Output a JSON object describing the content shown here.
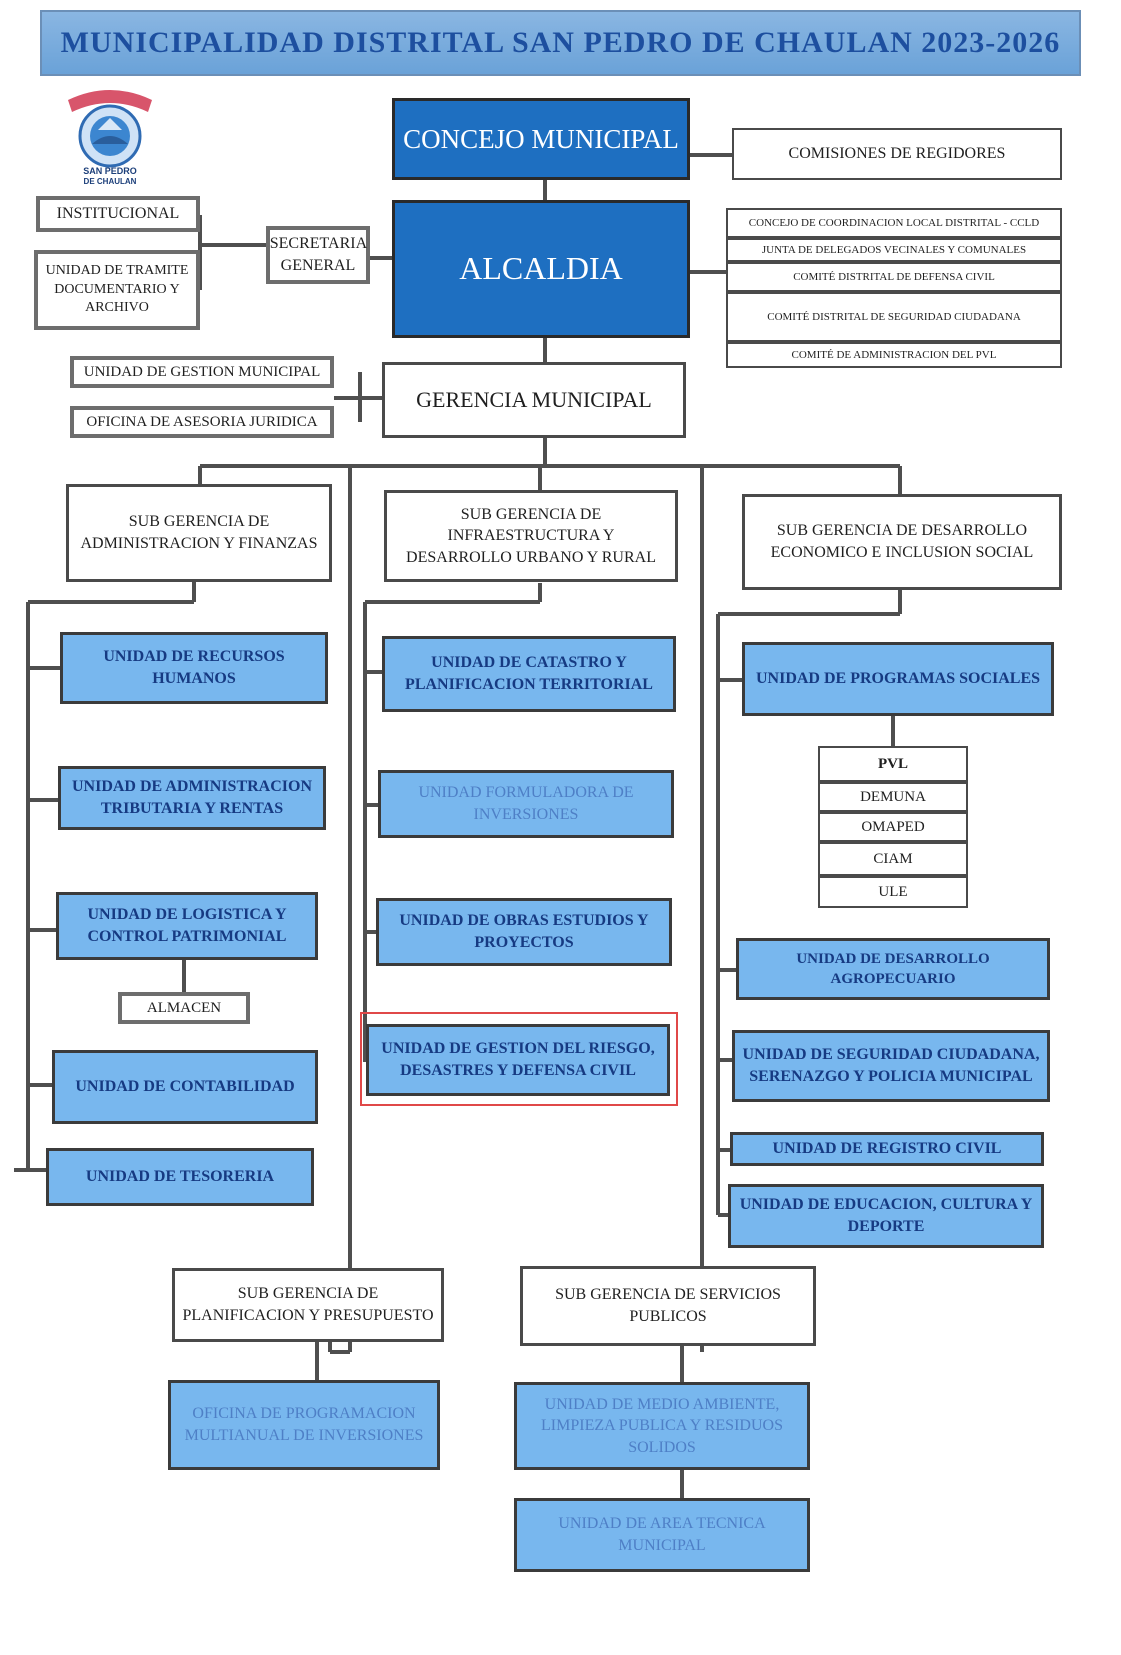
{
  "title": "MUNICIPALIDAD DISTRITAL SAN PEDRO DE CHAULAN 2023-2026",
  "logo": {
    "icon": "municipal-seal-icon",
    "text_lines": [
      "SAN PEDRO",
      "DE CHAULAN"
    ]
  },
  "colors": {
    "banner": "#6aa2d8",
    "dark_unit": "#1e6fc1",
    "light_unit": "#78b7ee",
    "unit_text": "#163a82",
    "highlight": "#e04848"
  },
  "top": {
    "concejo": "CONCEJO MUNICIPAL",
    "comisiones": "COMISIONES DE REGIDORES",
    "alcaldia": "ALCALDIA",
    "secretaria": "SECRETARIA GENERAL",
    "institucional": "INSTITUCIONAL",
    "tramite": "UNIDAD DE TRAMITE DOCUMENTARIO Y ARCHIVO",
    "comites": [
      "CONCEJO DE COORDINACION LOCAL DISTRITAL - CCLD",
      "JUNTA DE DELEGADOS VECINALES Y COMUNALES",
      "COMITÉ DISTRITAL DE DEFENSA CIVIL",
      "COMITÉ DISTRITAL DE SEGURIDAD CIUDADANA",
      "COMITÉ DE ADMINISTRACION DEL PVL"
    ]
  },
  "gerencia": {
    "name": "GERENCIA MUNICIPAL",
    "gestion": "UNIDAD DE GESTION MUNICIPAL",
    "asesoria": "OFICINA DE ASESORIA JURIDICA"
  },
  "sub_admin": {
    "name": "SUB GERENCIA DE ADMINISTRACION Y FINANZAS",
    "units": [
      "UNIDAD DE RECURSOS HUMANOS",
      "UNIDAD DE ADMINISTRACION TRIBUTARIA Y RENTAS",
      "UNIDAD DE LOGISTICA Y CONTROL PATRIMONIAL",
      "UNIDAD DE CONTABILIDAD",
      "UNIDAD DE TESORERIA"
    ],
    "almacen": "ALMACEN"
  },
  "sub_infra": {
    "name": "SUB GERENCIA DE INFRAESTRUCTURA Y DESARROLLO URBANO Y RURAL",
    "units": [
      "UNIDAD DE CATASTRO Y PLANIFICACION TERRITORIAL",
      "UNIDAD FORMULADORA DE INVERSIONES",
      "UNIDAD DE OBRAS ESTUDIOS Y PROYECTOS",
      "UNIDAD DE GESTION DEL RIESGO, DESASTRES Y DEFENSA CIVIL"
    ]
  },
  "sub_desarrollo": {
    "name": "SUB GERENCIA DE DESARROLLO ECONOMICO E INCLUSION SOCIAL",
    "programas": "UNIDAD DE PROGRAMAS SOCIALES",
    "programas_list": [
      "PVL",
      "DEMUNA",
      "OMAPED",
      "CIAM",
      "ULE"
    ],
    "units": [
      "UNIDAD DE DESARROLLO AGROPECUARIO",
      "UNIDAD DE SEGURIDAD CIUDADANA, SERENAZGO Y POLICIA MUNICIPAL",
      "UNIDAD DE REGISTRO CIVIL",
      "UNIDAD DE EDUCACION, CULTURA Y DEPORTE"
    ]
  },
  "sub_planificacion": {
    "name": "SUB GERENCIA DE PLANIFICACION Y PRESUPUESTO",
    "units": [
      "OFICINA DE PROGRAMACION MULTIANUAL DE INVERSIONES"
    ]
  },
  "sub_servicios": {
    "name": "SUB GERENCIA DE SERVICIOS PUBLICOS",
    "units": [
      "UNIDAD DE MEDIO AMBIENTE, LIMPIEZA PUBLICA Y RESIDUOS SOLIDOS",
      "UNIDAD DE AREA TECNICA MUNICIPAL"
    ]
  }
}
